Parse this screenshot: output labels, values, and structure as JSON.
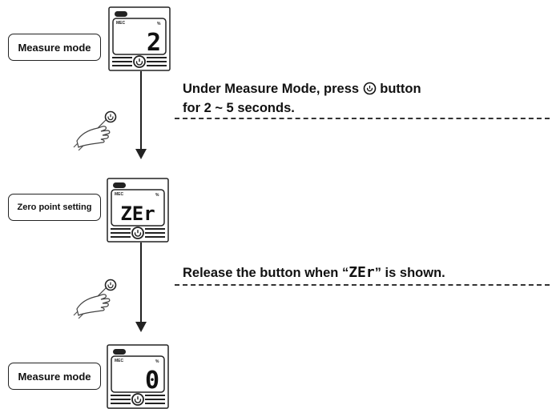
{
  "steps": [
    {
      "label": "Measure mode",
      "display_value": "2"
    },
    {
      "label": "Zero point setting",
      "display_value": "ZEr"
    },
    {
      "label": "Measure mode",
      "display_value": "0"
    }
  ],
  "instructions": {
    "step1_line1_before": "Under Measure Mode, press",
    "step1_line1_after": "button",
    "step1_line2": "for 2 ~ 5 seconds.",
    "step2_before": "Release the button when “",
    "step2_code": "ZEr",
    "step2_after": "” is shown."
  },
  "icons": {
    "button": "power-button-icon",
    "hand": "hand-pressing-icon"
  }
}
